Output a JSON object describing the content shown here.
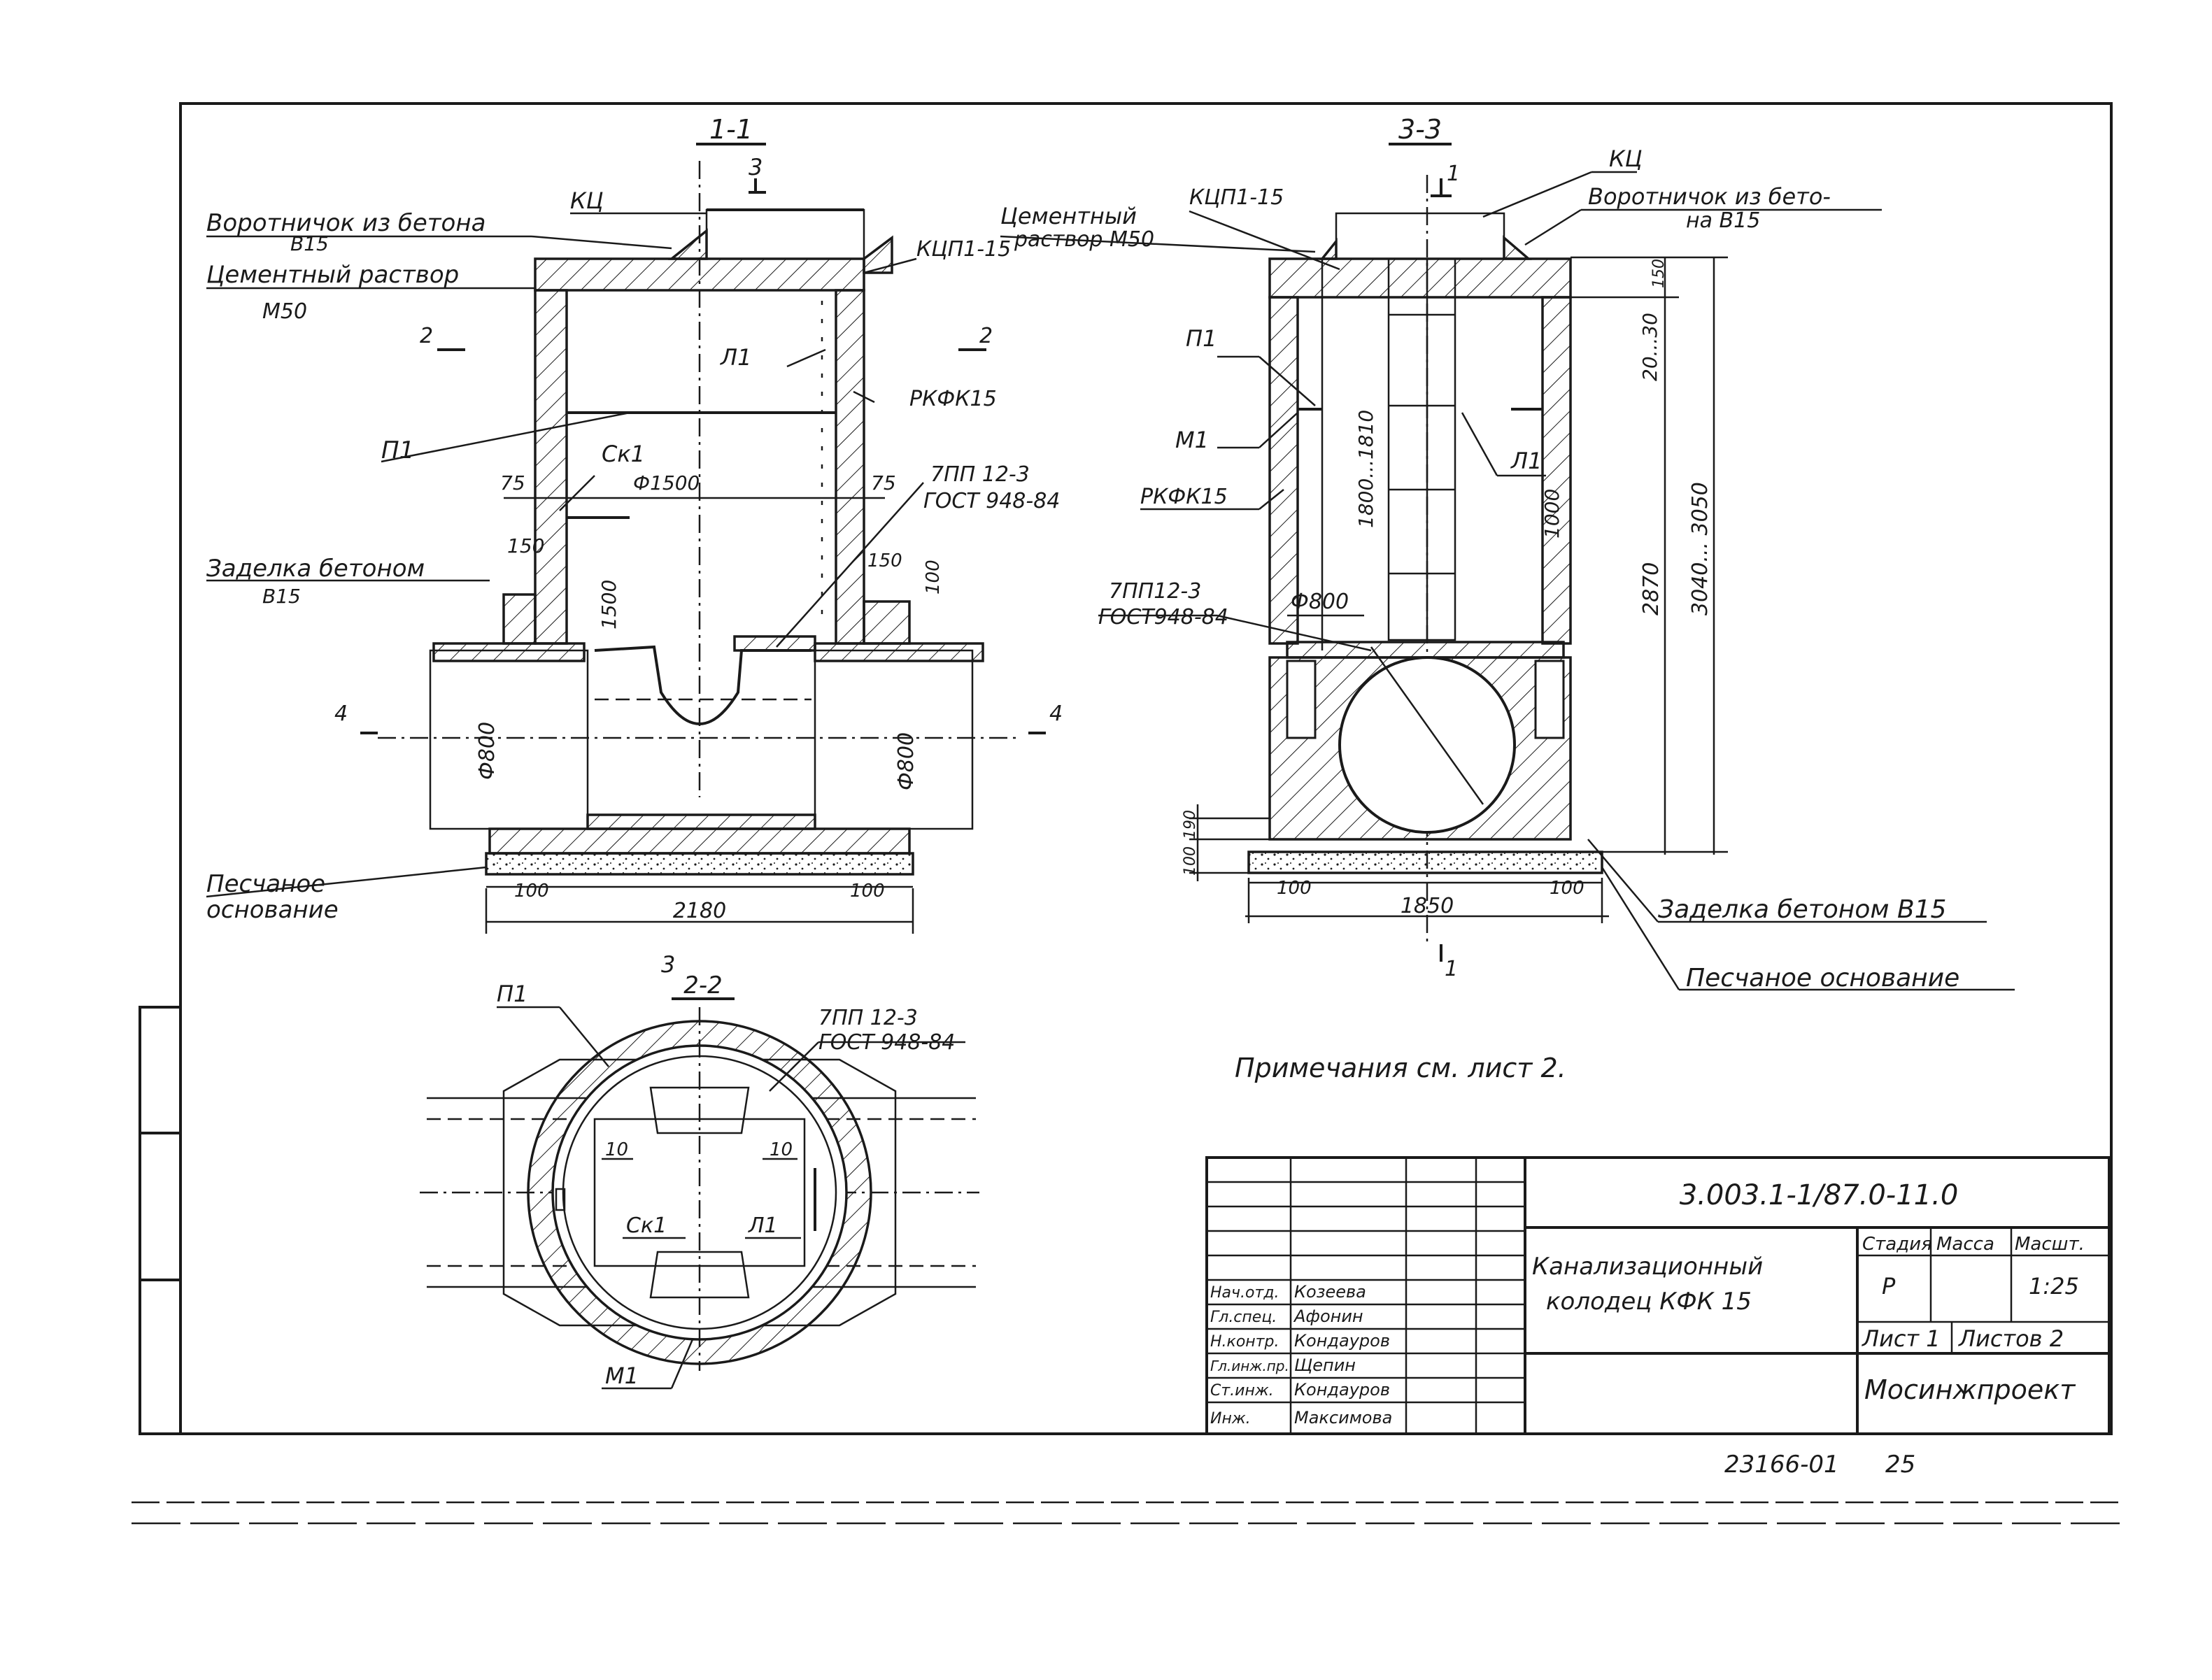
{
  "section_1_1": {
    "title": "1-1",
    "labels": {
      "collar": "Воротничок из бетона",
      "collar_grade": "В15",
      "kc": "КЦ",
      "mortar": "Цементный раствор",
      "mortar_grade": "М50",
      "kcp": "КЦП1-15",
      "l1": "Л1",
      "rkfk": "РКФК15",
      "p1": "П1",
      "ck1": "Ск1",
      "slab": "7ПП 12-3",
      "gost": "ГОСТ 948-84",
      "seal": "Заделка бетоном",
      "seal_grade": "В15",
      "sand": "Песчаное",
      "sand2": "основание"
    },
    "dims": {
      "d75_left": "75",
      "d75_right": "75",
      "diam1500": "Ф1500",
      "d150_left": "150",
      "h1500": "1500",
      "d150_right": "150",
      "d100_v": "100",
      "pipe_left": "Ф800",
      "pipe_right": "Ф800",
      "base_left": "100",
      "base_right": "100",
      "total": "2180"
    },
    "cuts": {
      "top": "3",
      "bottom": "3",
      "left": "2",
      "right": "2",
      "side_left": "4",
      "side_right": "4"
    }
  },
  "section_3_3": {
    "title": "3-3",
    "labels": {
      "kcp": "КЦП1-15",
      "kc": "КЦ",
      "mortar": "Цементный",
      "mortar2": "раствор М50",
      "collar": "Воротничок из бето-",
      "collar2": "на В15",
      "p1": "П1",
      "m1": "М1",
      "rkfk": "РКФК15",
      "l1": "Л1",
      "slab": "7ПП12-3",
      "gost": "ГОСТ948-84",
      "pipe": "Ф800",
      "seal": "Заделка бетоном В15",
      "sand": "Песчаное основание"
    },
    "dims": {
      "h150": "150",
      "h20_30": "20...30",
      "h1800": "1800...1810",
      "h1000": "1000",
      "h2870": "2870",
      "h3040": "3040... 3050",
      "h190": "190",
      "h100": "100",
      "base_left": "100",
      "base_right": "100",
      "total": "1850"
    },
    "cuts": {
      "top": "1",
      "bottom": "1"
    }
  },
  "section_2_2": {
    "title": "2-2",
    "labels": {
      "p1": "П1",
      "slab": "7ПП 12-3",
      "gost": "ГОСТ 948-84",
      "ck1": "Ск1",
      "l1": "Л1",
      "m1": "М1"
    },
    "dims": {
      "left10": "10",
      "right10": "10"
    }
  },
  "note": "Примечания см. лист 2.",
  "title_block": {
    "code": "3.003.1-1/87.0-11.0",
    "name_line1": "Канализационный",
    "name_line2": "колодец КФК 15",
    "col_stage": "Стадия",
    "col_mass": "Масса",
    "col_scale": "Масшт.",
    "stage": "Р",
    "mass": "",
    "scale": "1:25",
    "sheet": "Лист 1",
    "sheets": "Листов 2",
    "org": "Мосинжпроект",
    "signers": [
      {
        "role": "Нач.отд.",
        "name": "Козеева"
      },
      {
        "role": "Гл.спец.",
        "name": "Афонин"
      },
      {
        "role": "Н.контр.",
        "name": "Кондауров"
      },
      {
        "role": "Гл.инж.пр.",
        "name": "Щепин"
      },
      {
        "role": "Ст.инж.",
        "name": "Кондауров"
      },
      {
        "role": "Инж.",
        "name": "Максимова"
      }
    ]
  },
  "footer": {
    "archive": "23166-01",
    "page": "25"
  }
}
